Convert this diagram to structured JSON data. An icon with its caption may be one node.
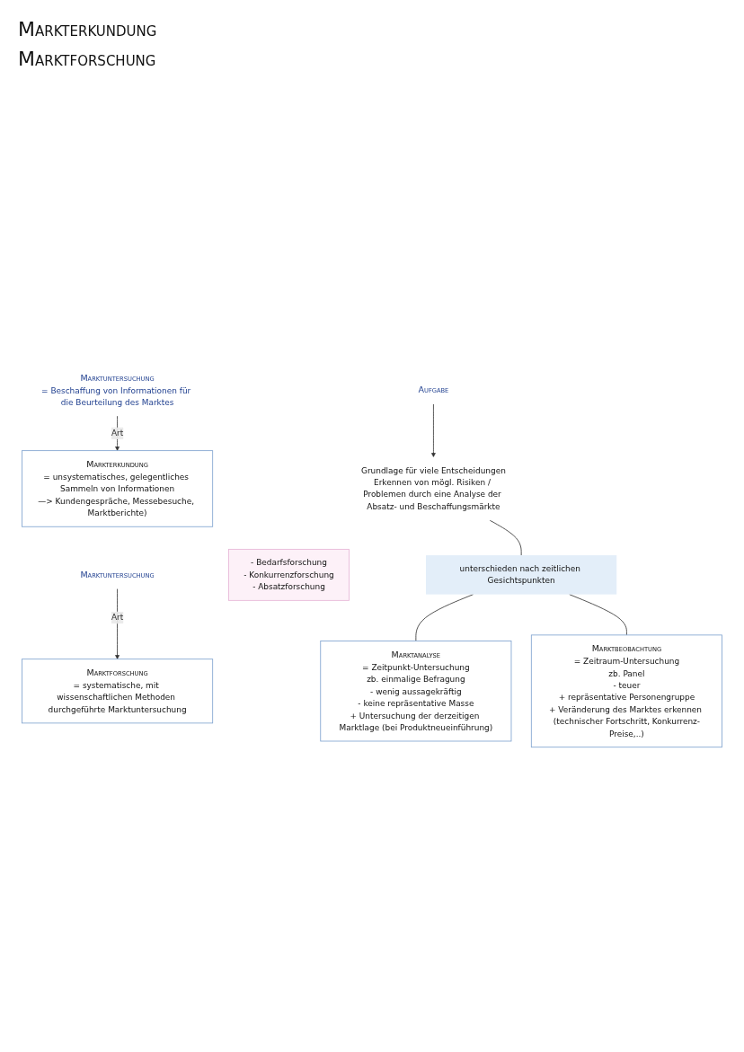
{
  "diagram": {
    "title": "Markterkundung",
    "nodes": [
      {
        "text": [
          "Marktuntersuchung"
        ],
        "beside": [
          "= Beschaffung von Informationen für die Beurteilung des Marktes"
        ]
      },
      {
        "text": [
          "Markterkundung",
          "= unsystematisches, gelegentliches Sammeln von Informationen",
          "—> Kundengespräche, Messebesuche, Marktberichte)"
        ]
      },
      {
        "text": [
          "Marktuntersuchung"
        ]
      },
      {
        "text": [
          "Marktforschung",
          "= systematische, mit wissenschaftlichen Methoden durchgeführte Marktuntersuchung"
        ]
      },
      {
        "text": [
          "Aufgabe"
        ]
      },
      {
        "text": [
          "Grundlage für viele Entscheidungen",
          "Erkennen von mögl. Risiken / Problemen durch eine Analyse der Absatz- und Beschaffungsmärkte"
        ]
      },
      {
        "text": [
          "- Bedarfsforschung",
          "- Konkurrenzforschung",
          "- Absatzforschung"
        ]
      },
      {
        "text": [
          "unterschieden nach zeitlichen Gesichtspunkten"
        ]
      },
      {
        "text": [
          "Marktanalyse",
          "= Zeitpunkt-Untersuchung",
          "zb. einmalige Befragung",
          "- wenig aussagekräftig",
          "- keine repräsentative Masse",
          "+ Untersuchung der derzeitigen Marktlage (bei Produktneueinführung)"
        ]
      },
      {
        "text": [
          "Marktbeobachtung",
          "= Zeitraum-Untersuchung",
          "zb. Panel",
          "- teuer",
          "+ repräsentative Personengruppe",
          "+ Veränderung des Marktes erkennen (technischer Fortschritt, Konkurrenz-Preise,..)"
        ]
      }
    ],
    "edges": [
      {
        "from": 0,
        "to": 1,
        "arrow": "to",
        "label": "Art"
      },
      {
        "from": 2,
        "to": 3,
        "arrow": "to",
        "label": "Art"
      },
      {
        "from": 4,
        "to": 5,
        "arrow": "to"
      },
      {
        "from": 5,
        "to": 7,
        "arrow": "none"
      },
      {
        "from": 7,
        "to": 8,
        "arrow": "none"
      },
      {
        "from": 7,
        "to": 9,
        "arrow": "none"
      }
    ],
    "labels": [
      "Marktforschung"
    ]
  }
}
